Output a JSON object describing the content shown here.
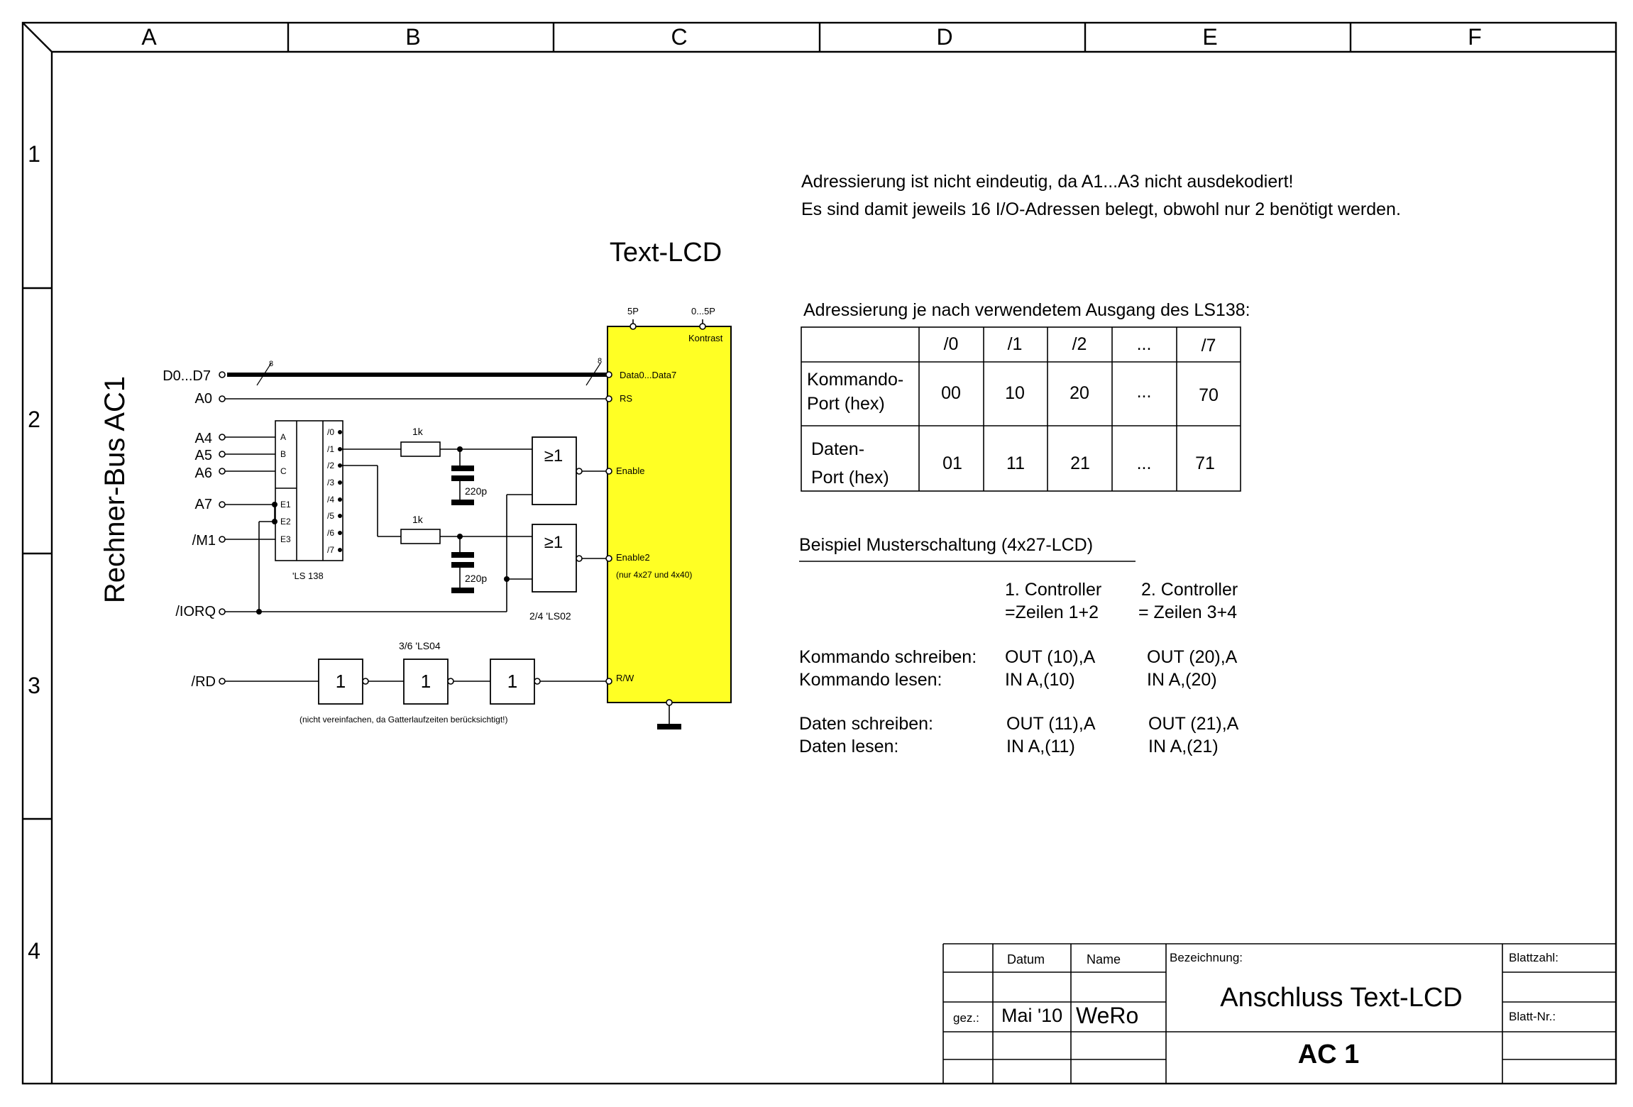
{
  "frame": {
    "columns": [
      "A",
      "B",
      "C",
      "D",
      "E",
      "F"
    ],
    "rows": [
      "1",
      "2",
      "3",
      "4"
    ]
  },
  "schematic": {
    "side_title": "Rechner-Bus AC1",
    "lcd_title": "Text-LCD",
    "inputs": {
      "d0d7": "D0...D7",
      "a0": "A0",
      "a4": "A4",
      "a5": "A5",
      "a6": "A6",
      "a7": "A7",
      "m1": "/M1",
      "iorq": "/IORQ",
      "rd": "/RD"
    },
    "bus_width": "8",
    "ls138": {
      "name": "'LS 138",
      "in_a": "A",
      "in_b": "B",
      "in_c": "C",
      "e1": "E1",
      "e2": "E2",
      "e3": "E3",
      "outputs": [
        "/0",
        "/1",
        "/2",
        "/3",
        "/4",
        "/5",
        "/6",
        "/7"
      ]
    },
    "resistor_1": "1k",
    "resistor_2": "1k",
    "cap_1": "220p",
    "cap_2": "220p",
    "or_gate_symbol": "≥1",
    "nor_name": "2/4 'LS02",
    "inverter_symbol": "1",
    "inverter_name": "3/6  'LS04",
    "inverter_note": "(nicht vereinfachen, da Gatterlaufzeiten berücksichtigt!)",
    "lcd_pins": {
      "p5": "5P",
      "contrast_range": "0...5P",
      "contrast": "Kontrast",
      "data": "Data0...Data7",
      "rs": "RS",
      "enable": "Enable",
      "enable2": "Enable2",
      "enable2_note": "(nur 4x27 und 4x40)",
      "rw": "R/W"
    },
    "colors": {
      "lcd_fill": "#ffff24"
    }
  },
  "notes": {
    "line1": "Adressierung ist nicht eindeutig, da A1...A3 nicht ausdekodiert!",
    "line2": "Es sind damit jeweils 16 I/O-Adressen belegt, obwohl nur 2 benötigt werden."
  },
  "address_table": {
    "caption": "Adressierung je nach verwendetem Ausgang des LS138:",
    "headers": [
      "",
      "/0",
      "/1",
      "/2",
      "...",
      "/7"
    ],
    "cmd_label_1": "Kommando-",
    "cmd_label_2": "Port (hex)",
    "cmd_values": [
      "00",
      "10",
      "20",
      "...",
      "70"
    ],
    "data_label_1": "Daten-",
    "data_label_2": "Port (hex)",
    "data_values": [
      "01",
      "11",
      "21",
      "...",
      "71"
    ]
  },
  "example": {
    "title": "Beispiel Musterschaltung (4x27-LCD)",
    "ctrl1_l1": "1. Controller",
    "ctrl1_l2": "=Zeilen 1+2",
    "ctrl2_l1": "2. Controller",
    "ctrl2_l2": "= Zeilen 3+4",
    "rows": [
      {
        "label": "Kommando schreiben:",
        "c1": "OUT (10),A",
        "c2": "OUT (20),A"
      },
      {
        "label": "Kommando lesen:",
        "c1": "IN A,(10)",
        "c2": "IN A,(20)"
      },
      {
        "label": "Daten schreiben:",
        "c1": "OUT (11),A",
        "c2": "OUT (21),A"
      },
      {
        "label": "Daten lesen:",
        "c1": "IN A,(11)",
        "c2": "IN A,(21)"
      }
    ]
  },
  "title_block": {
    "datum_label": "Datum",
    "name_label": "Name",
    "bezeichnung_label": "Bezeichnung:",
    "blattzahl_label": "Blattzahl:",
    "blattnr_label": "Blatt-Nr.:",
    "gez_label": "gez.:",
    "date": "Mai '10",
    "name": "WeRo",
    "title": "Anschluss Text-LCD",
    "drawing_id": "AC 1"
  }
}
